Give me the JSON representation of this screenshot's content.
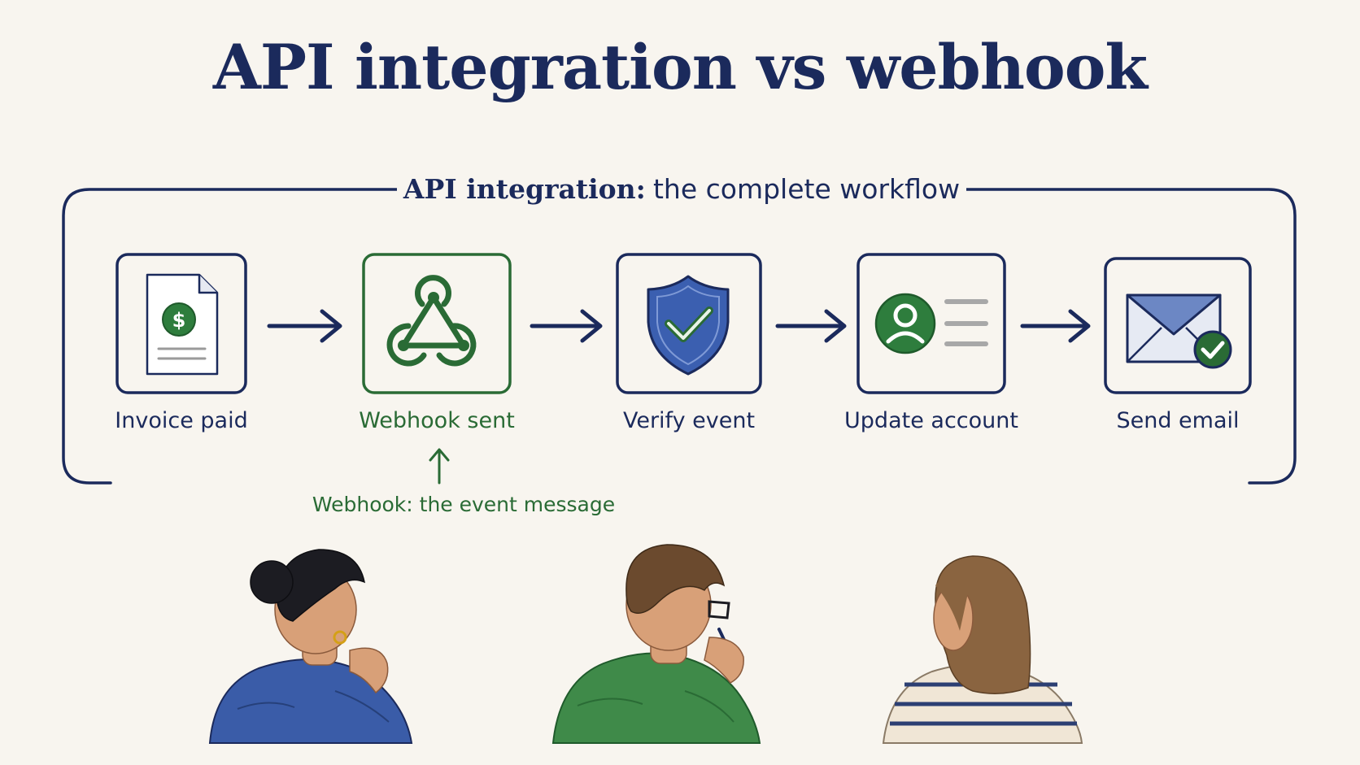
{
  "title": "API integration vs webhook",
  "frame": {
    "title_strong": "API integration:",
    "title_rest": "the complete workflow"
  },
  "steps": [
    {
      "label": "Invoice paid",
      "icon": "invoice-icon",
      "color": "#1b2a5c"
    },
    {
      "label": "Webhook sent",
      "icon": "webhook-icon",
      "color": "#2a6b35"
    },
    {
      "label": "Verify event",
      "icon": "shield-check-icon",
      "color": "#1b2a5c"
    },
    {
      "label": "Update account",
      "icon": "user-profile-icon",
      "color": "#1b2a5c"
    },
    {
      "label": "Send email",
      "icon": "email-check-icon",
      "color": "#1b2a5c"
    }
  ],
  "note": "Webhook: the event message",
  "colors": {
    "navy": "#1b2a5c",
    "green": "#2a6b35",
    "blue": "#3b5fb0",
    "background": "#f8f5ef"
  }
}
